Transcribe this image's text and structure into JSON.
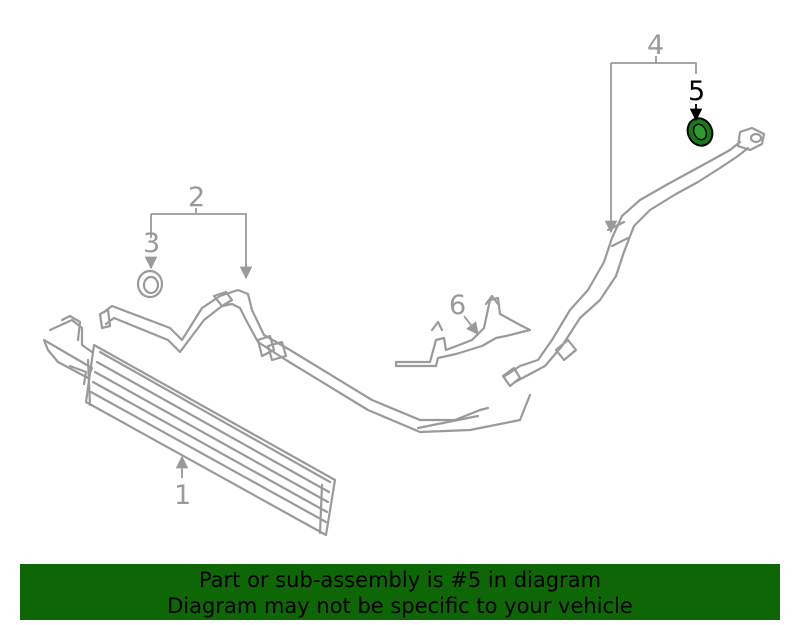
{
  "diagram": {
    "colors": {
      "part_stroke": "#9a9a9a",
      "highlight_fill": "#1a7a1a",
      "highlight_stroke": "#000000",
      "banner_bg": "#0f6607"
    },
    "callouts": [
      {
        "id": "1",
        "label": "1",
        "highlighted": false
      },
      {
        "id": "2",
        "label": "2",
        "highlighted": false
      },
      {
        "id": "3",
        "label": "3",
        "highlighted": false
      },
      {
        "id": "4",
        "label": "4",
        "highlighted": false
      },
      {
        "id": "5",
        "label": "5",
        "highlighted": true
      },
      {
        "id": "6",
        "label": "6",
        "highlighted": false
      }
    ]
  },
  "banner": {
    "line1": "Part or sub-assembly is #5 in diagram",
    "line2": "Diagram may not be specific to your vehicle"
  }
}
